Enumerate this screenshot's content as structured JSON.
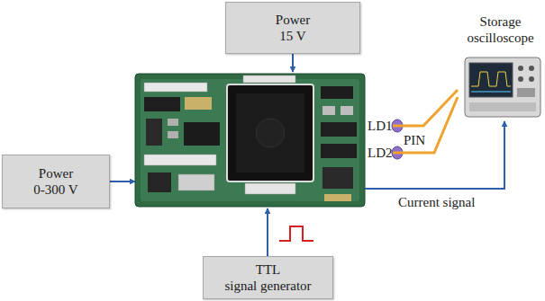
{
  "diagram": {
    "nodes": [
      {
        "text": [
          "Power",
          "15 V"
        ]
      },
      {
        "text": [
          "Power",
          "0-300 V"
        ]
      },
      {
        "text": [
          "LD1",
          "LD2"
        ]
      },
      {
        "text": [
          "Storage oscilloscope"
        ]
      },
      {
        "text": [
          "TTL",
          "signal generator"
        ]
      }
    ],
    "edges": [
      {
        "from": 0,
        "to": 2,
        "arrow": "to"
      },
      {
        "from": 1,
        "to": 2,
        "arrow": "to"
      },
      {
        "from": 4,
        "to": 2,
        "arrow": "to"
      },
      {
        "from": 2,
        "to": 3,
        "arrow": "none"
      },
      {
        "from": 2,
        "to": 3,
        "arrow": "none"
      },
      {
        "from": 2,
        "to": 3,
        "label": "Current signal",
        "arrow": "to"
      }
    ],
    "labels": [
      "PIN"
    ]
  }
}
